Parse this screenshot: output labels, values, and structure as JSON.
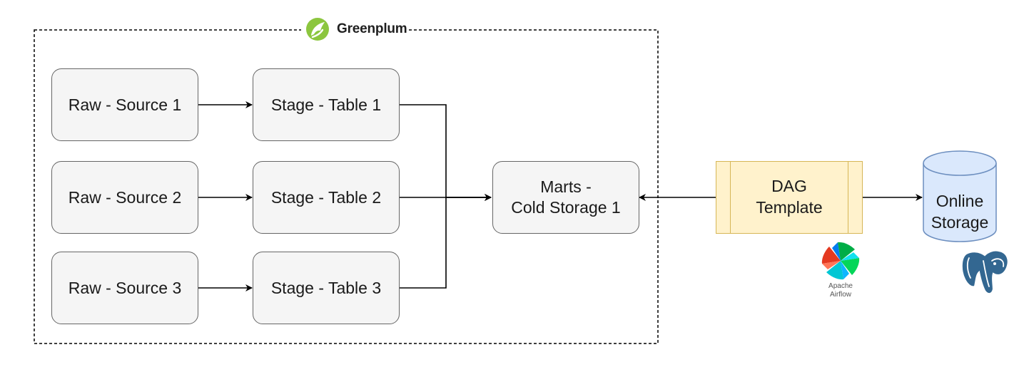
{
  "group": {
    "logo_text": "Greenplum"
  },
  "nodes": {
    "raw1": "Raw - Source 1",
    "raw2": "Raw - Source 2",
    "raw3": "Raw - Source 3",
    "stage1": "Stage - Table 1",
    "stage2": "Stage - Table 2",
    "stage3": "Stage - Table 3",
    "marts": "Marts -\nCold Storage 1",
    "dag": "DAG\nTemplate",
    "online": "Online\nStorage"
  },
  "airflow": {
    "line1": "Apache",
    "line2": "Airflow"
  },
  "icons": {
    "greenplum": "greenplum-logo-icon",
    "airflow": "apache-airflow-icon",
    "postgres": "postgresql-elephant-icon",
    "database": "database-cylinder-icon"
  },
  "colors": {
    "node_fill": "#f5f5f5",
    "node_border": "#666666",
    "dag_fill": "#fff2cc",
    "dag_border": "#d6b656",
    "db_fill": "#dae8fc",
    "db_border": "#6c8ebf",
    "greenplum_green": "#8cc63f",
    "postgres_blue": "#336791"
  }
}
